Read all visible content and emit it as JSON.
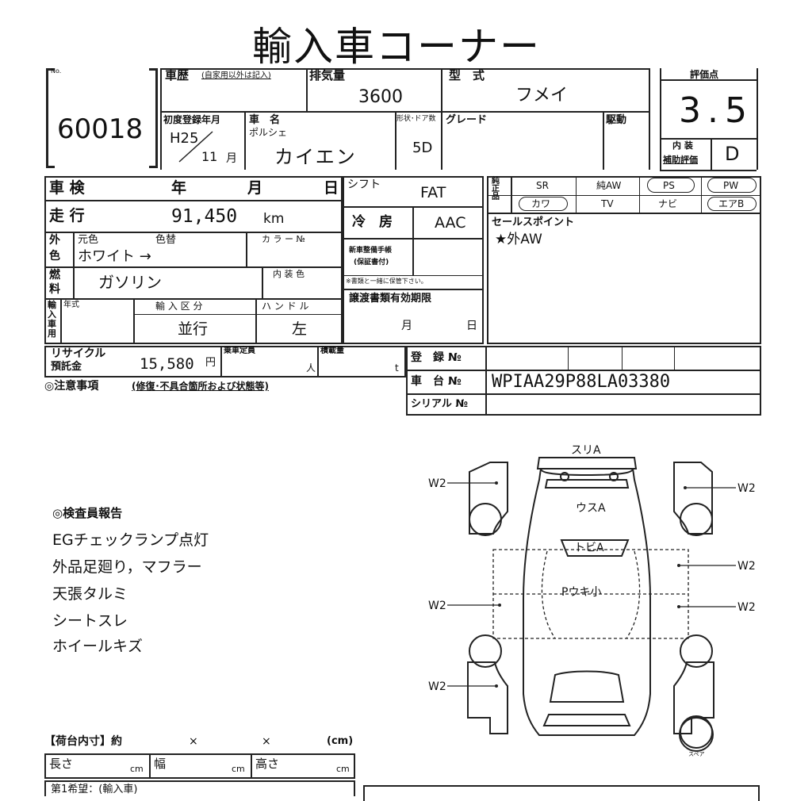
{
  "title": "輸入車コーナー",
  "header": {
    "no_label": "No.",
    "lot_no": "60018",
    "history_label": "車歴",
    "history_note": "(自家用以外は記入)",
    "displacement_label": "排気量",
    "displacement": "3600",
    "model_label": "型　式",
    "model": "フメイ",
    "score_label": "評価点",
    "score": "3.5",
    "first_reg_label": "初度登録年月",
    "first_reg_year": "H25",
    "first_reg_month": "11",
    "month_unit": "月",
    "car_name_label": "車　名",
    "maker": "ポルシェ",
    "car_name": "カイエン",
    "shape_label": "形状･ドア数",
    "doors": "5D",
    "grade_label": "グレード",
    "drive_label": "駆動",
    "interior_label_1": "内 装",
    "interior_label_2": "補助評価",
    "interior_grade": "D"
  },
  "specs": {
    "inspection_label": "車 検",
    "year_label": "年",
    "month_label": "月",
    "day_label": "日",
    "shift_label": "シフト",
    "shift": "FAT",
    "mileage_label": "走 行",
    "mileage": "91,450",
    "mileage_unit": "km",
    "ac_label": "冷　房",
    "ac": "AAC",
    "exterior_label_1": "外",
    "exterior_label_2": "色",
    "original_color_label": "元色",
    "color_change_label": "色替",
    "color_no_label": "カ ラ ー №",
    "color": "ホワイト →",
    "new_car_manual_1": "新車整備手帳",
    "new_car_manual_2": "(保証書付)",
    "manual_note": "※書類と一緒に保管下さい。",
    "fuel_label_1": "燃",
    "fuel_label_2": "料",
    "fuel": "ガソリン",
    "interior_color_label": "内 装 色",
    "import_label": "輸入車用",
    "model_year_label": "年式",
    "import_type_label": "輸 入 区 分",
    "import_type": "並行",
    "handle_label": "ハ ン ド ル",
    "handle": "左",
    "transfer_docs_label": "譲渡書類有効期限",
    "recycle_label_1": "リサイクル",
    "recycle_label_2": "預託金",
    "recycle_amount": "15,580",
    "yen": "円",
    "capacity_label": "乗車定員",
    "person_unit": "人",
    "load_label": "積載量",
    "ton_unit": "t",
    "reg_no_label": "登　録 №",
    "chassis_label": "車　台 №",
    "chassis_no": "WPIAA29P88LA03380",
    "serial_label": "シリアル №",
    "caution_label": "◎注意事項",
    "caution_note": "(修復･不具合箇所および状態等)"
  },
  "equipment": {
    "genuine_label": "純正品",
    "row1": [
      "SR",
      "純AW",
      "PS",
      "PW"
    ],
    "row2": [
      "カワ",
      "TV",
      "ナビ",
      "エアB"
    ],
    "circled": [
      "PS",
      "PW",
      "カワ",
      "エアB"
    ]
  },
  "sales_points": {
    "label": "セールスポイント",
    "text": "★外AW"
  },
  "inspector_report": {
    "label": "◎検査員報告",
    "lines": [
      "EGチェックランプ点灯",
      "外品足廻り，マフラー",
      "天張タルミ",
      "シートスレ",
      "ホイールキズ"
    ]
  },
  "diagram": {
    "marks": {
      "spoiler": "スリA",
      "hood": "ウスA",
      "windshield": "トビA",
      "roof": "Pウキ小",
      "w2": "W2",
      "spare": "スペア"
    }
  },
  "cargo": {
    "label": "【荷台内寸】約",
    "times": "×",
    "unit": "(cm)",
    "length_label": "長さ",
    "width_label": "幅",
    "height_label": "高さ",
    "cm": "cm",
    "hope_label": "第1希望：(輸入車)"
  }
}
